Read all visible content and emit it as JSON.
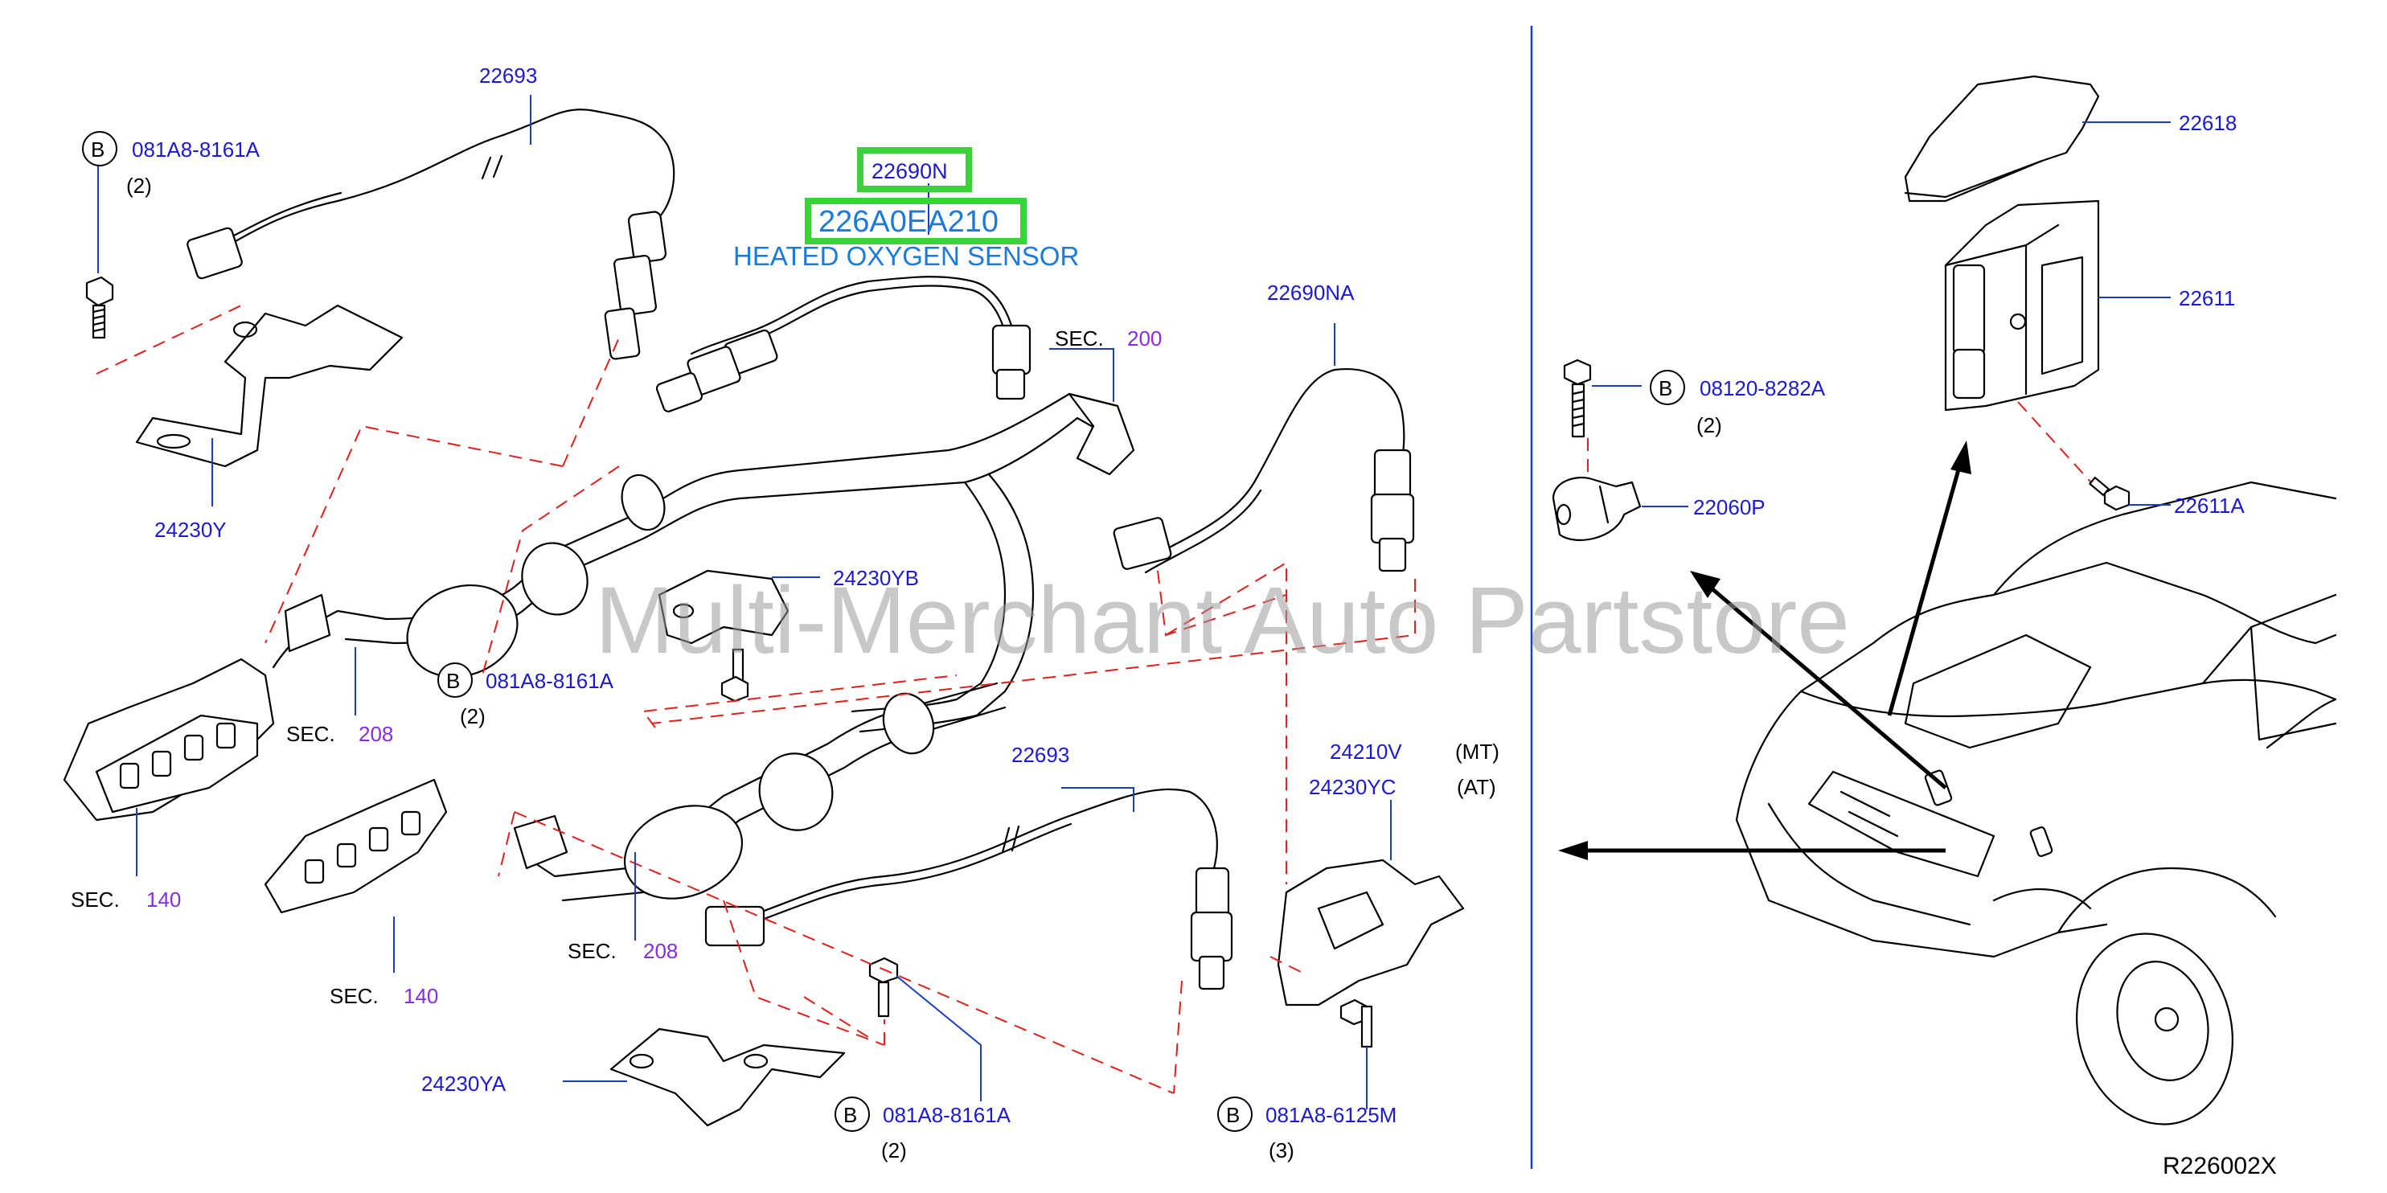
{
  "watermark": "Multi-Merchant Auto Partstore",
  "diagram_code": "R226002X",
  "highlight": {
    "part_number": "22690N",
    "oem_number": "226A0EA210",
    "description": "HEATED OXYGEN SENSOR"
  },
  "labels": {
    "p22693_top": "22693",
    "p22693_bottom": "22693",
    "p22690NA": "22690NA",
    "p24230Y": "24230Y",
    "p24230YB": "24230YB",
    "p24230YA": "24230YA",
    "p24210V": "24210V",
    "p24230YC": "24230YC",
    "mt": "(MT)",
    "at": "(AT)",
    "p22618": "22618",
    "p22611": "22611",
    "p22611A": "22611A",
    "p22060P": "22060P"
  },
  "bolts": {
    "b1": {
      "letter": "B",
      "part": "081A8-8161A",
      "qty": "(2)"
    },
    "b2": {
      "letter": "B",
      "part": "081A8-8161A",
      "qty": "(2)"
    },
    "b3": {
      "letter": "B",
      "part": "081A8-8161A",
      "qty": "(2)"
    },
    "b4": {
      "letter": "B",
      "part": "081A8-6125M",
      "qty": "(3)"
    },
    "b5": {
      "letter": "B",
      "part": "08120-8282A",
      "qty": "(2)"
    }
  },
  "sections": {
    "s200": {
      "label": "SEC.",
      "num": "200"
    },
    "s208a": {
      "label": "SEC.",
      "num": "208"
    },
    "s208b": {
      "label": "SEC.",
      "num": "208"
    },
    "s140a": {
      "label": "SEC.",
      "num": "140"
    },
    "s140b": {
      "label": "SEC.",
      "num": "140"
    }
  },
  "colors": {
    "part_text": "#1a1ad6",
    "section_number": "#8a2be2",
    "dash_line": "#e0201c",
    "highlight_box": "#3ad13a",
    "divider": "#1a3fbf"
  }
}
